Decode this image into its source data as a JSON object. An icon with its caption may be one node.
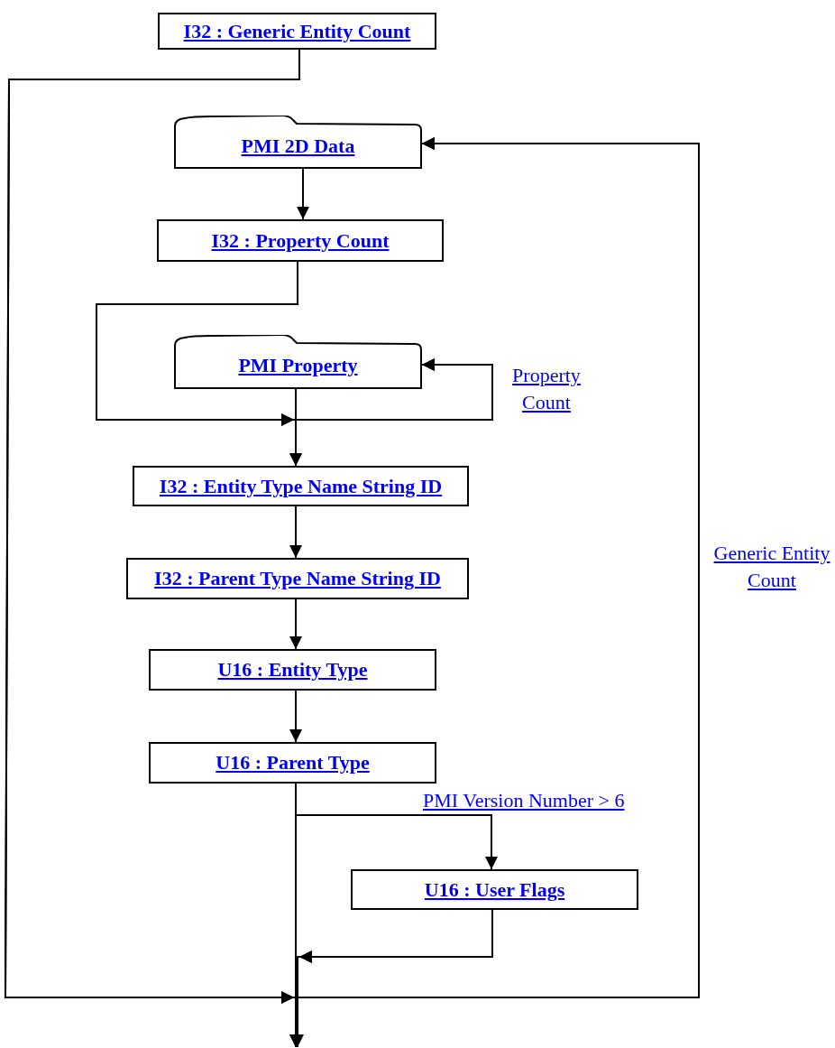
{
  "diagram": {
    "nodes": [
      {
        "text": [
          "I32 : Generic Entity Count"
        ]
      },
      {
        "text": [
          "PMI 2D Data"
        ]
      },
      {
        "text": [
          "I32 : Property Count"
        ]
      },
      {
        "text": [
          "PMI Property"
        ]
      },
      {
        "text": [
          "I32 : Entity Type Name String ID"
        ]
      },
      {
        "text": [
          "I32 : Parent Type Name String ID"
        ]
      },
      {
        "text": [
          "U16 : Entity Type"
        ]
      },
      {
        "text": [
          "U16 : Parent Type"
        ]
      },
      {
        "text": [
          "U16 : User Flags"
        ]
      }
    ],
    "edges": [
      {
        "from": 0,
        "to": null,
        "arrow": "to"
      },
      {
        "from": 0,
        "to": 1,
        "arrow": "to"
      },
      {
        "from": 1,
        "to": 2,
        "arrow": "to"
      },
      {
        "from": 2,
        "to": 4,
        "arrow": "to"
      },
      {
        "from": 2,
        "to": 3,
        "arrow": "to"
      },
      {
        "from": 3,
        "to": 4,
        "arrow": "to"
      },
      {
        "from": 3,
        "to": 3,
        "arrow": "to",
        "label": "Property Count"
      },
      {
        "from": 4,
        "to": 5,
        "arrow": "to"
      },
      {
        "from": 5,
        "to": 6,
        "arrow": "to"
      },
      {
        "from": 6,
        "to": 7,
        "arrow": "to"
      },
      {
        "from": 7,
        "to": 8,
        "arrow": "to",
        "label": "PMI Version Number > 6"
      },
      {
        "from": 7,
        "to": null,
        "arrow": "to"
      },
      {
        "from": 7,
        "to": 1,
        "arrow": "to",
        "label": "Generic Entity Count"
      },
      {
        "from": 8,
        "to": null,
        "arrow": "to"
      },
      {
        "from": 8,
        "to": 1,
        "arrow": "to"
      }
    ]
  }
}
